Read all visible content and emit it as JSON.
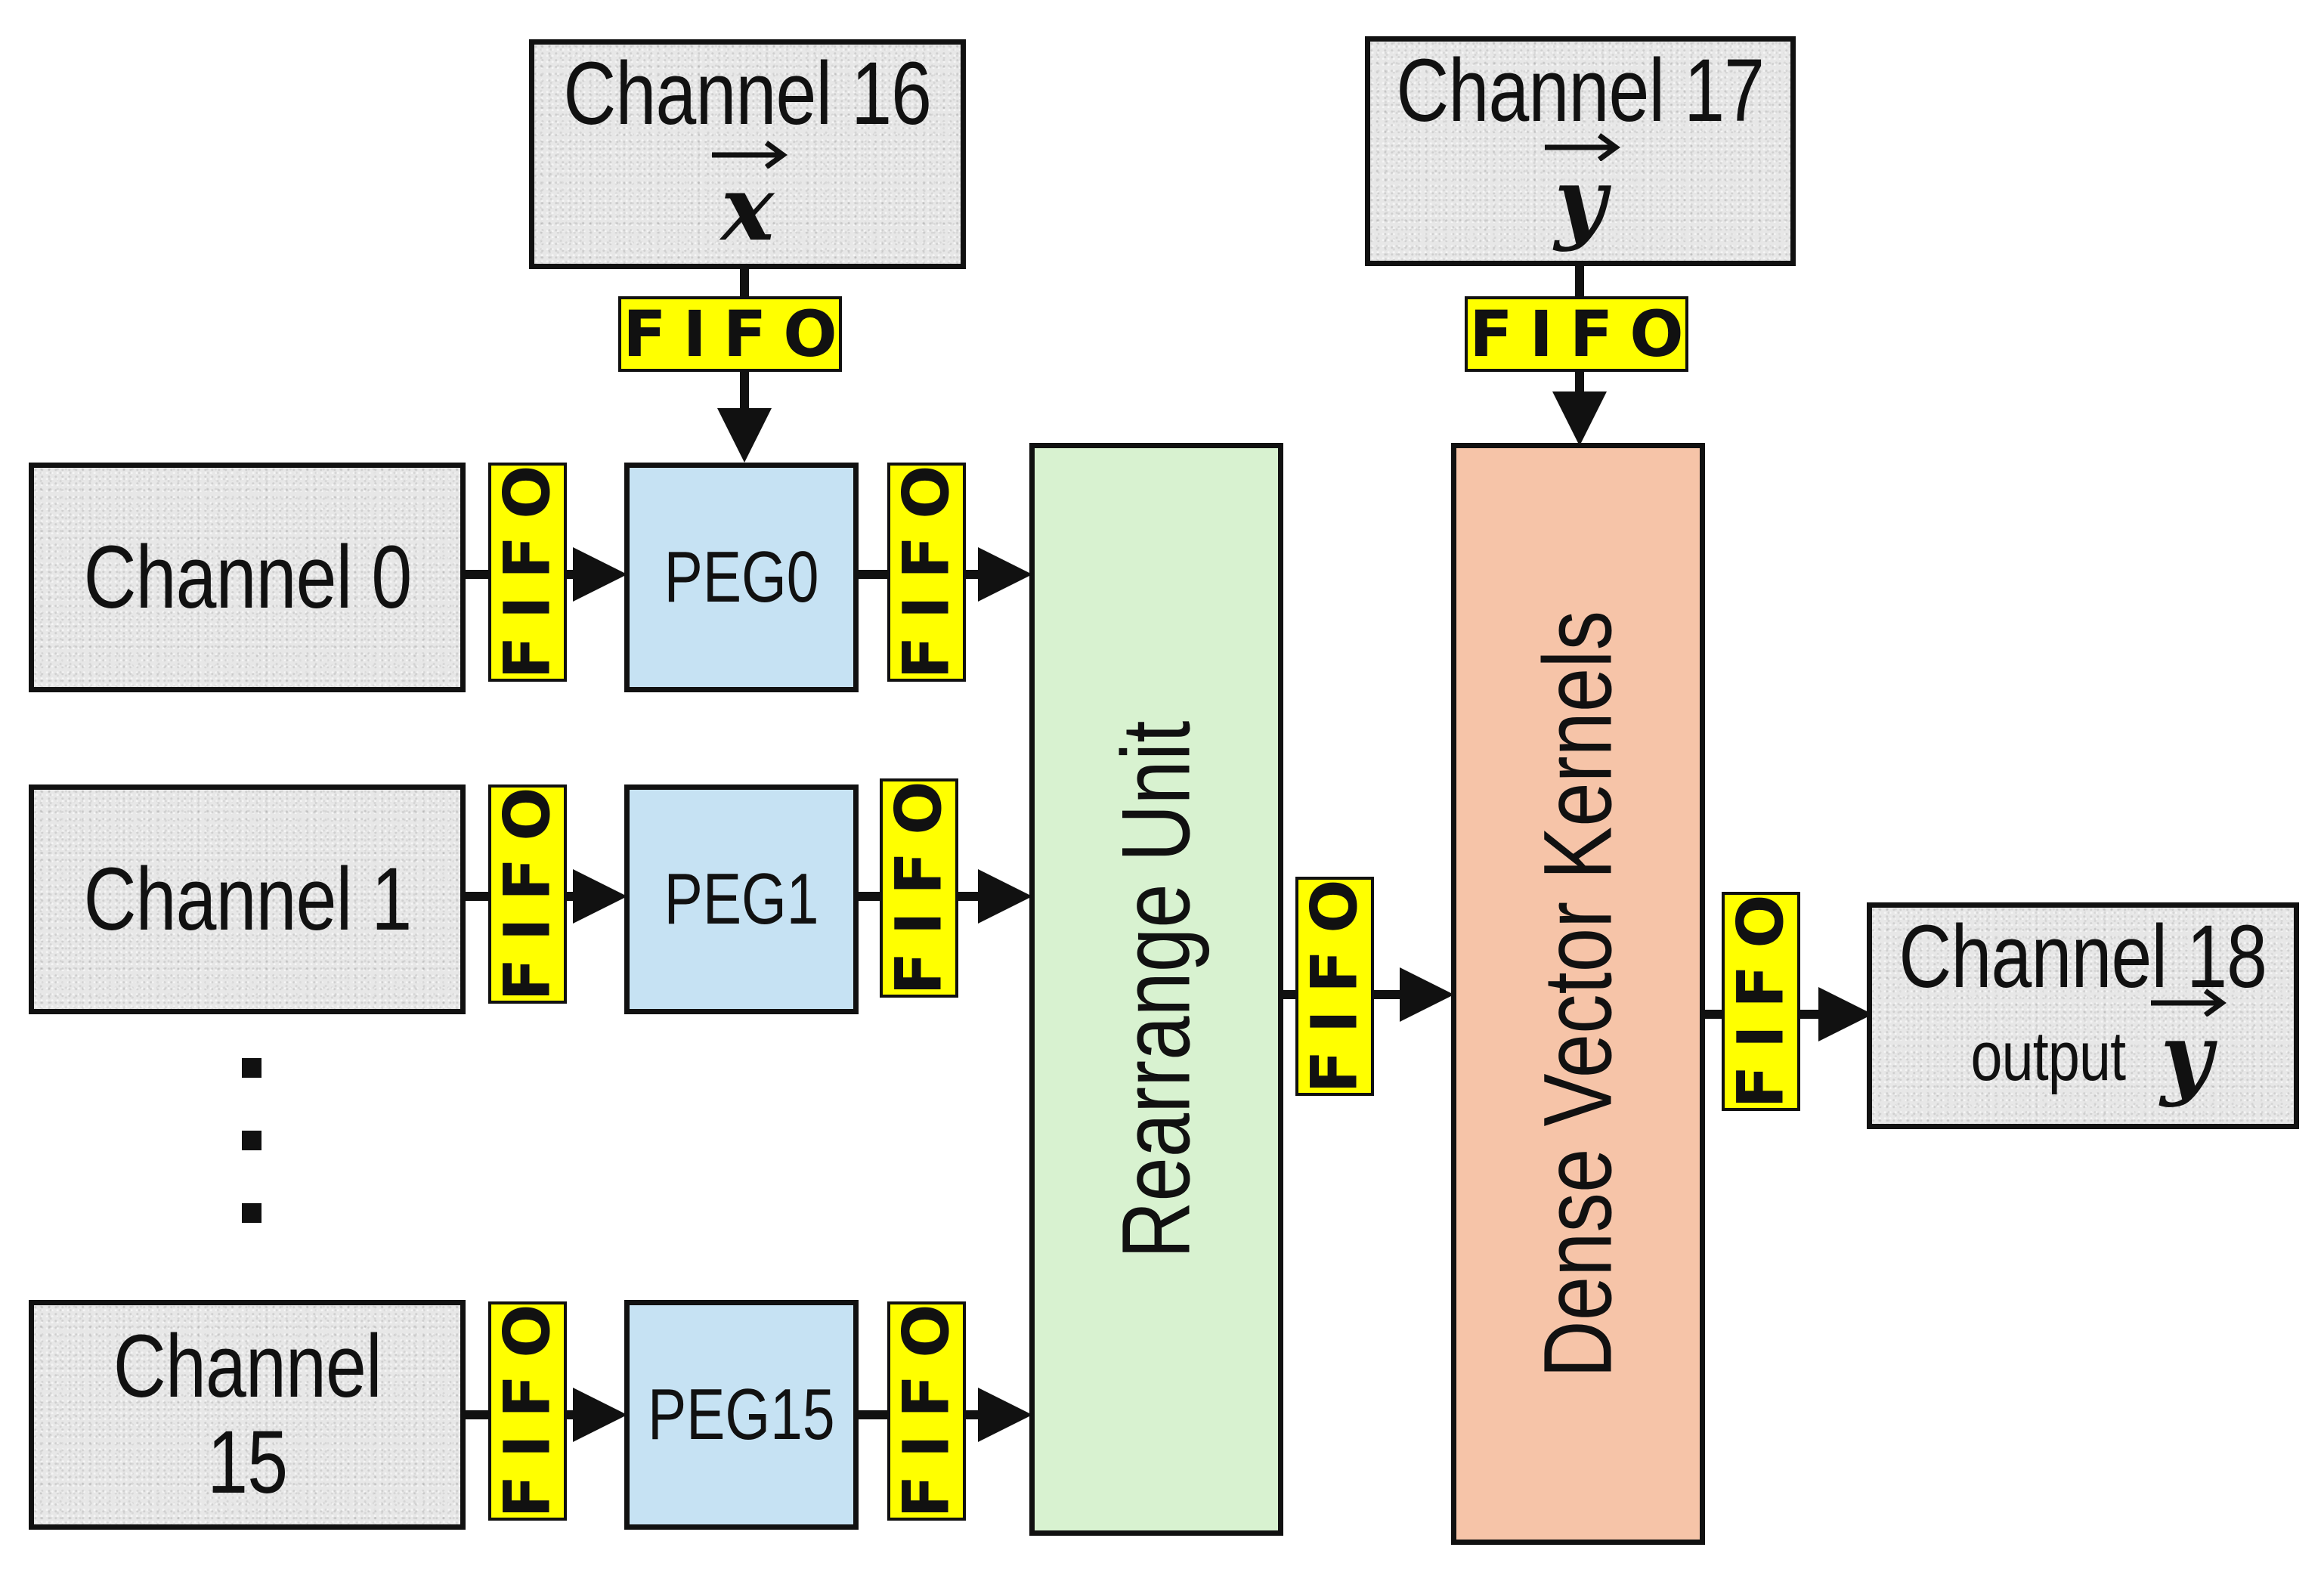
{
  "fifo_label": "FIFO",
  "channels": {
    "ch16": {
      "label": "Channel 16",
      "vector": "x"
    },
    "ch17": {
      "label": "Channel 17",
      "vector": "y"
    },
    "ch0": {
      "label": "Channel 0"
    },
    "ch1": {
      "label": "Channel 1"
    },
    "ch15": {
      "line1": "Channel",
      "line2": "15"
    },
    "ch18": {
      "label": "Channel 18",
      "output": "output",
      "vector": "y"
    }
  },
  "pegs": [
    "PEG0",
    "PEG1",
    "PEG15"
  ],
  "rearrange_unit": "Rearrange Unit",
  "dense_vector_kernels": "Dense Vector Kernels",
  "colors": {
    "fifo": "#ffff00",
    "peg": "#c6e2f3",
    "rearrange": "#d8f2d0",
    "dense": "#f6c4a8",
    "channel": "#e7e7e7"
  }
}
